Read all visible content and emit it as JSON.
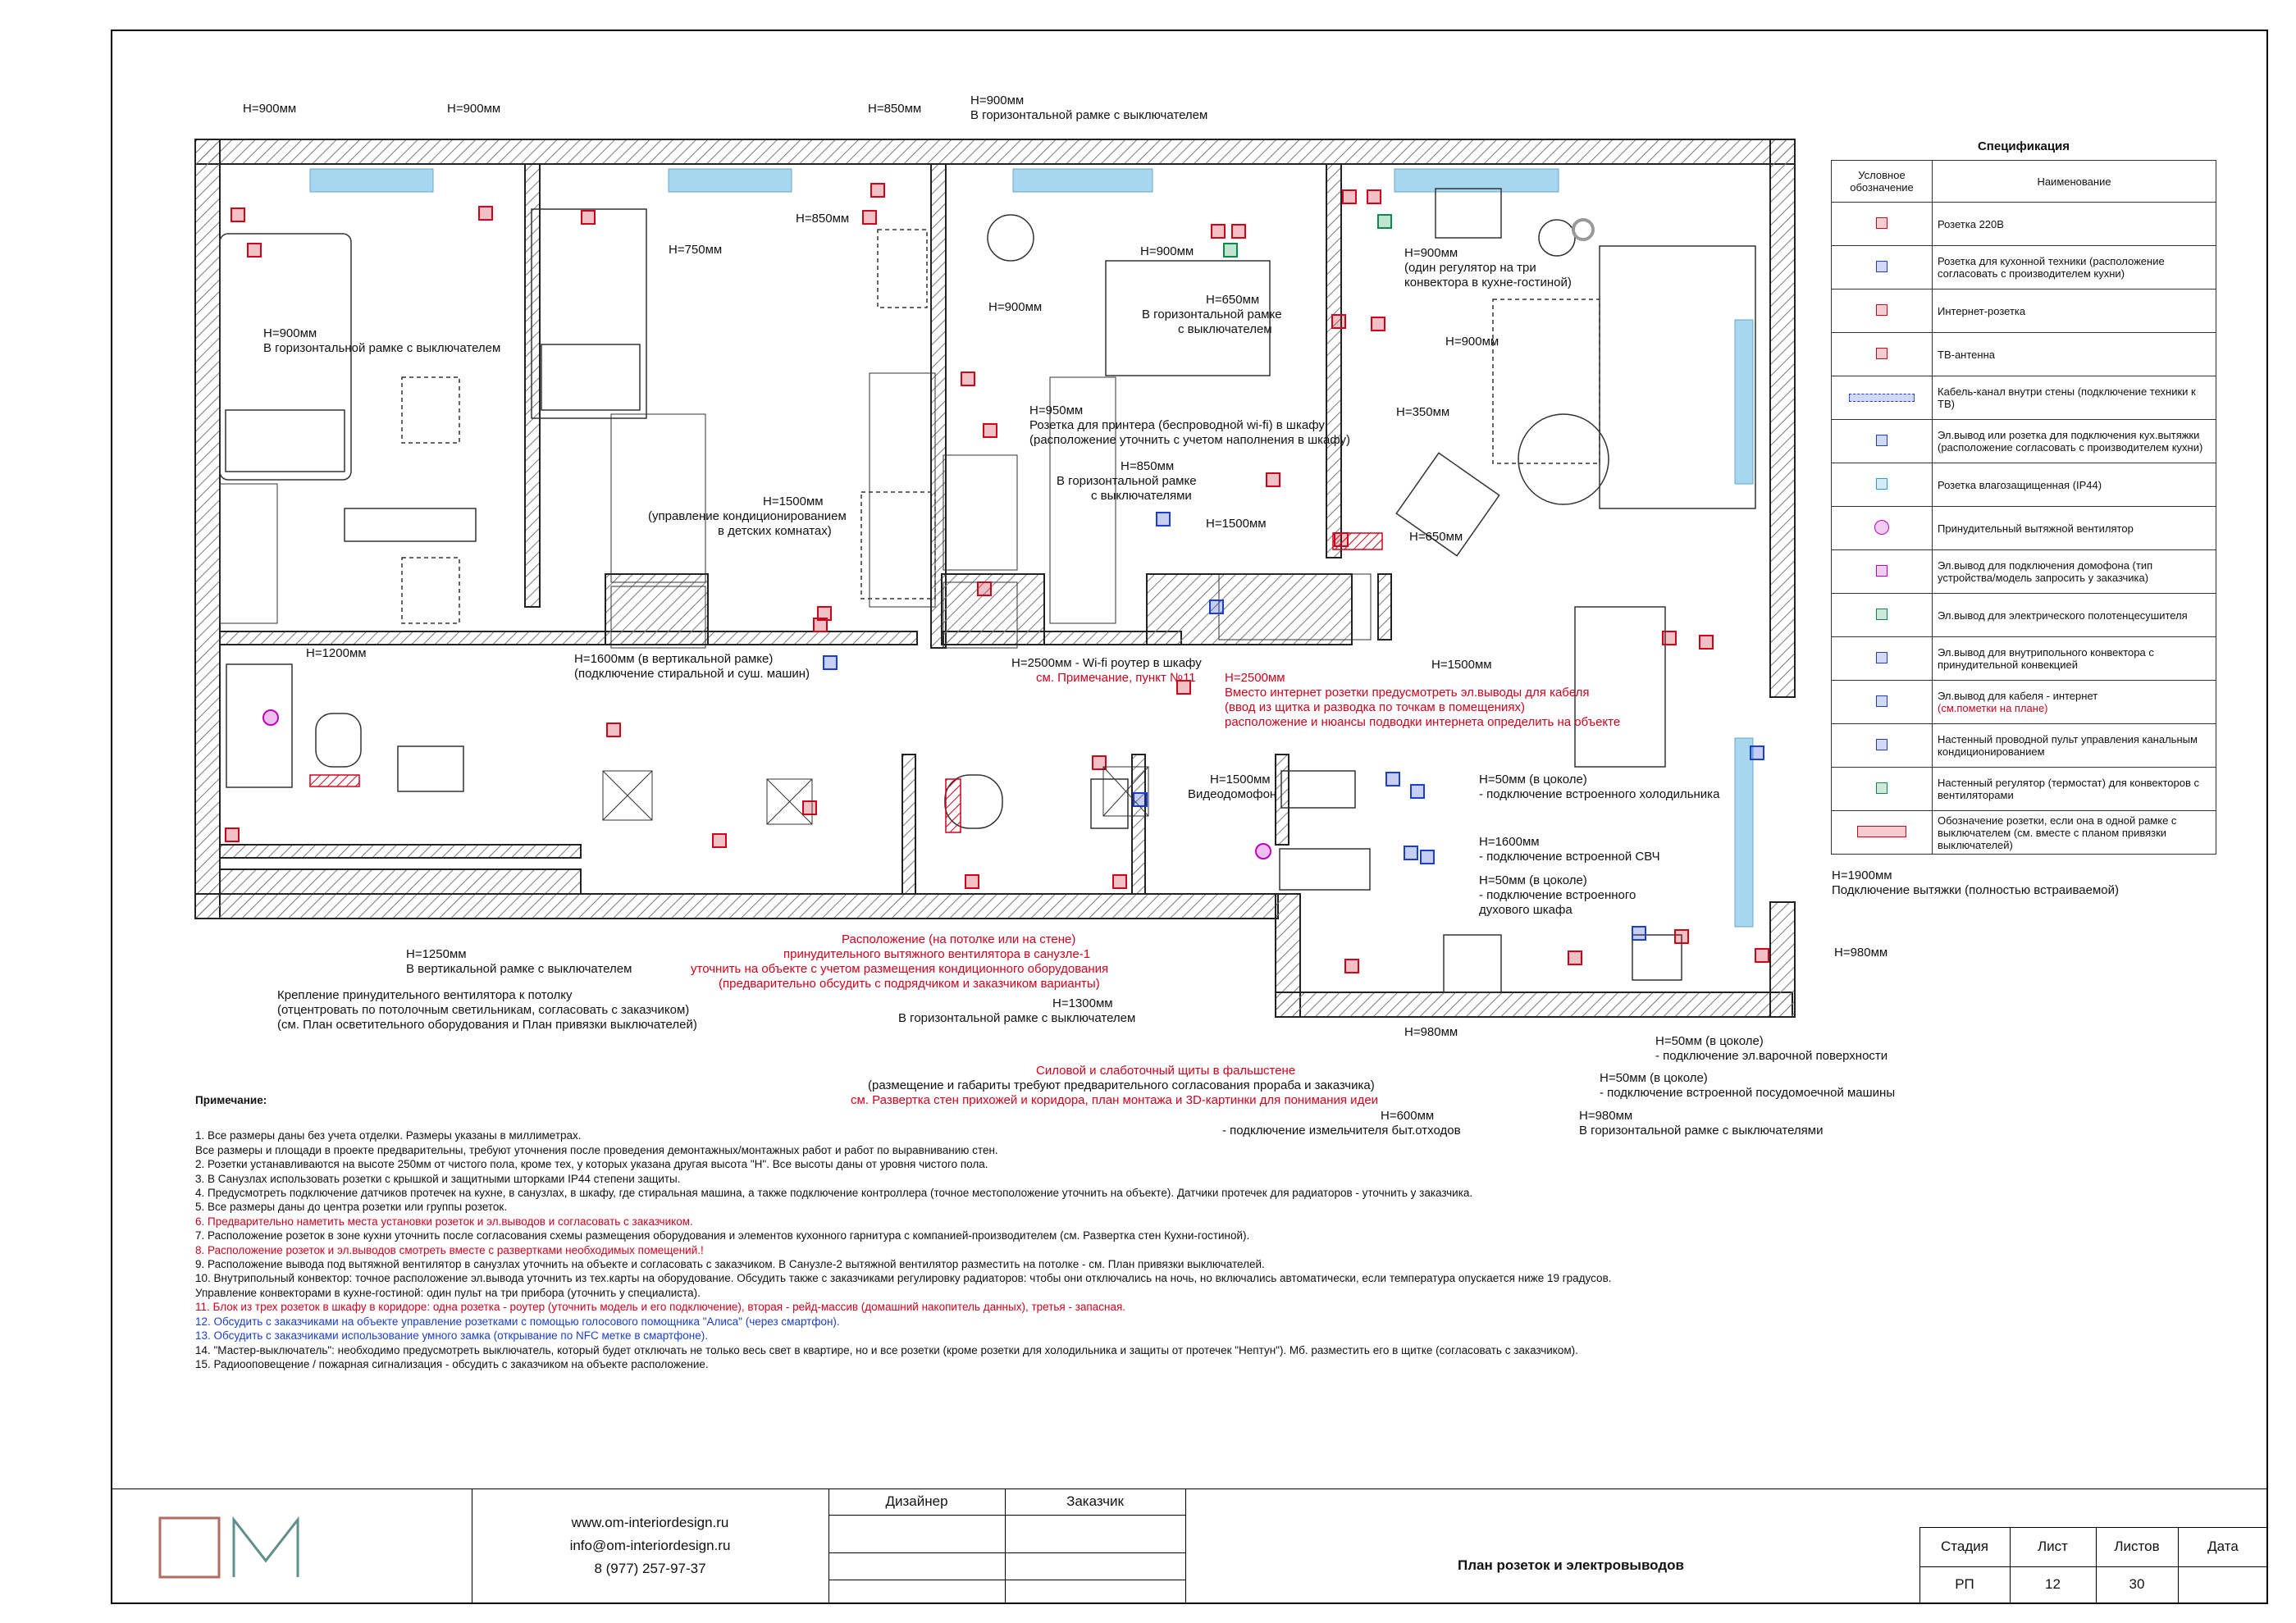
{
  "colors": {
    "line": "#222222",
    "red": "#d0021b",
    "blue": "#1a3fd0",
    "window": "#a7d6ef",
    "hatch": "#7a7a7a"
  },
  "plan_labels": [
    {
      "id": "l1",
      "text": "H=900мм"
    },
    {
      "id": "l2",
      "text": "H=900мм"
    },
    {
      "id": "l3",
      "text": "H=850мм"
    },
    {
      "id": "l4",
      "text": "H=900мм"
    },
    {
      "id": "l5",
      "text": "В горизонтальной рамке с выключателем"
    },
    {
      "id": "l6",
      "text": "H=850мм"
    },
    {
      "id": "l7",
      "text": "H=750мм"
    },
    {
      "id": "l8",
      "text": "H=900мм"
    },
    {
      "id": "l9",
      "text": "H=900мм"
    },
    {
      "id": "l10",
      "text": "(один регулятор на три"
    },
    {
      "id": "l11",
      "text": "конвектора в кухне-гостиной)"
    },
    {
      "id": "l12",
      "text": "H=650мм"
    },
    {
      "id": "l13",
      "text": "В горизонтальной рамке"
    },
    {
      "id": "l14",
      "text": "с выключателем"
    },
    {
      "id": "l15",
      "text": "H=900мм"
    },
    {
      "id": "l16",
      "text": "H=900мм"
    },
    {
      "id": "l17",
      "text": "В горизонтальной рамке с выключателем"
    },
    {
      "id": "l18",
      "text": "H=950мм"
    },
    {
      "id": "l19",
      "text": "Розетка для принтера (беспроводной wi-fi) в шкафу"
    },
    {
      "id": "l20",
      "text": "(расположение уточнить с учетом наполнения в шкафу)"
    },
    {
      "id": "l21",
      "text": "H=350мм"
    },
    {
      "id": "l22",
      "text": "H=850мм"
    },
    {
      "id": "l23",
      "text": "В горизонтальной рамке"
    },
    {
      "id": "l24",
      "text": "с выключателями"
    },
    {
      "id": "l25",
      "text": "H=1500мм"
    },
    {
      "id": "l26",
      "text": "H=650мм"
    },
    {
      "id": "l27",
      "text": "H=1500мм"
    },
    {
      "id": "l28",
      "text": "(управление кондиционированием"
    },
    {
      "id": "l29",
      "text": "в детских комнатах)"
    },
    {
      "id": "l30",
      "text": "H=1200мм"
    },
    {
      "id": "l31",
      "text": "H=1600мм (в вертикальной рамке)"
    },
    {
      "id": "l32",
      "text": "(подключение стиральной и суш. машин)"
    },
    {
      "id": "l33",
      "text": "H=2500мм - Wi-fi роутер в шкафу"
    },
    {
      "id": "l34",
      "text": "см. Примечание, пункт №11"
    },
    {
      "id": "l35",
      "text": "H=2500мм"
    },
    {
      "id": "l36",
      "text": "Вместо интернет розетки предусмотреть эл.выводы для кабеля"
    },
    {
      "id": "l37",
      "text": "(ввод из щитка и разводка по точкам в помещениях)"
    },
    {
      "id": "l38",
      "text": "расположение и нюансы подводки интернета определить на объекте"
    },
    {
      "id": "l39",
      "text": "H=1500мм"
    },
    {
      "id": "l40",
      "text": "H=1500мм"
    },
    {
      "id": "l41",
      "text": "Видеодомофон"
    },
    {
      "id": "l42",
      "text": "H=50мм (в цоколе)"
    },
    {
      "id": "l43",
      "text": "- подключение встроенного холодильника"
    },
    {
      "id": "l44",
      "text": "H=1600мм"
    },
    {
      "id": "l45",
      "text": "- подключение встроенной СВЧ"
    },
    {
      "id": "l46",
      "text": "H=50мм (в цоколе)"
    },
    {
      "id": "l47",
      "text": "- подключение встроенного"
    },
    {
      "id": "l48",
      "text": "духового шкафа"
    },
    {
      "id": "l49",
      "text": "H=1900мм"
    },
    {
      "id": "l50",
      "text": "Подключение вытяжки (полностью встраиваемой)"
    },
    {
      "id": "l51",
      "text": "H=980мм"
    },
    {
      "id": "l52",
      "text": "H=1250мм"
    },
    {
      "id": "l53",
      "text": "В вертикальной рамке с выключателем"
    },
    {
      "id": "l54",
      "text": "Крепление принудительного вентилятора к потолку"
    },
    {
      "id": "l55",
      "text": "(отцентровать по потолочным светильникам, согласовать с заказчиком)"
    },
    {
      "id": "l56",
      "text": "(см. План осветительного оборудования и План привязки выключателей)"
    },
    {
      "id": "l57",
      "text": "Расположение (на потолке или на стене)"
    },
    {
      "id": "l58",
      "text": "принудительного вытяжного вентилятора в санузле-1"
    },
    {
      "id": "l59",
      "text": "уточнить на объекте с учетом размещения кондиционного оборудования"
    },
    {
      "id": "l60",
      "text": "(предварительно обсудить с подрядчиком и заказчиком варианты)"
    },
    {
      "id": "l61",
      "text": "H=1300мм"
    },
    {
      "id": "l62",
      "text": "В горизонтальной рамке с выключателем"
    },
    {
      "id": "l63",
      "text": "H=980мм"
    },
    {
      "id": "l64",
      "text": "Силовой и слаботочный щиты в фальшстене"
    },
    {
      "id": "l65",
      "text": "(размещение и габариты требуют предварительного согласования прораба и заказчика)"
    },
    {
      "id": "l66",
      "text": "см. Развертка стен прихожей и коридора, план монтажа и 3D-картинки для понимания идеи"
    },
    {
      "id": "l67",
      "text": "H=600мм"
    },
    {
      "id": "l68",
      "text": "- подключение измельчителя быт.отходов"
    },
    {
      "id": "l69",
      "text": "H=50мм (в цоколе)"
    },
    {
      "id": "l70",
      "text": "- подключение эл.варочной поверхности"
    },
    {
      "id": "l71",
      "text": "H=50мм (в цоколе)"
    },
    {
      "id": "l72",
      "text": "- подключение встроенной посудомоечной машины"
    },
    {
      "id": "l73",
      "text": "H=980мм"
    },
    {
      "id": "l74",
      "text": "В горизонтальной рамке с выключателями"
    }
  ],
  "spec": {
    "title": "Спецификация",
    "col_symbol": "Условное обозначение",
    "col_name": "Наименование",
    "rows": [
      {
        "icon": "socket",
        "color": "#d0021b",
        "name": "Розетка 220В"
      },
      {
        "icon": "socket-kitchen",
        "color": "#1a3fd0",
        "name": "Розетка для кухонной техники (расположение согласовать с производителем кухни)"
      },
      {
        "icon": "internet",
        "color": "#d0021b",
        "name": "Интернет-розетка"
      },
      {
        "icon": "tv",
        "color": "#d0021b",
        "name": "ТВ-антенна"
      },
      {
        "icon": "cable-channel",
        "color": "#1a3fd0",
        "name": "Кабель-канал внутри стены (подключение техники к ТВ)"
      },
      {
        "icon": "hood-wire",
        "color": "#1a3fd0",
        "name": "Эл.вывод или розетка для подключения кух.вытяжки (расположение согласовать с производителем кухни)"
      },
      {
        "icon": "waterproof-socket",
        "color": "#2a9fd6",
        "name": "Розетка влагозащищенная (IP44)"
      },
      {
        "icon": "fan",
        "color": "#c000c0",
        "name": "Принудительный вытяжной вентилятор"
      },
      {
        "icon": "intercom-wire",
        "color": "#c000c0",
        "name": "Эл.вывод для подключения домофона (тип устройства/модель запросить у заказчика)"
      },
      {
        "icon": "towel-wire",
        "color": "#0a8a4a",
        "name": "Эл.вывод для электрического полотенцесушителя"
      },
      {
        "icon": "convector-wire",
        "color": "#1a3fd0",
        "name": "Эл.вывод для внутрипольного конвектора с принудительной конвекцией"
      },
      {
        "icon": "internet-wire",
        "color": "#1a3fd0",
        "name": "Эл.вывод для кабеля - интернет",
        "note": "(см.пометки на плане)"
      },
      {
        "icon": "ac-panel",
        "color": "#1a3fd0",
        "name": "Настенный проводной пульт управления канальным кондиционированием"
      },
      {
        "icon": "thermostat",
        "color": "#0a8a4a",
        "name": "Настенный регулятор (термостат) для конвекторов с вентиляторами"
      },
      {
        "icon": "socket-group",
        "color": "#d0021b",
        "name": "Обозначение розетки, если она в одной рамке с выключателем (см. вместе с планом привязки выключателей)"
      }
    ]
  },
  "notes": {
    "heading": "Примечание:",
    "lines": [
      {
        "t": "1. Все размеры даны без учета отделки. Размеры указаны в миллиметрах.",
        "c": "k"
      },
      {
        "t": "Все размеры и площади в проекте предварительны, требуют уточнения после проведения демонтажных/монтажных работ и работ по выравниванию стен.",
        "c": "k"
      },
      {
        "t": "2. Розетки устанавливаются на высоте 250мм от чистого пола, кроме тех, у которых указана другая высота \"Н\". Все высоты даны от уровня чистого пола.",
        "c": "k"
      },
      {
        "t": "3. В Санузлах использовать розетки с крышкой и защитными шторками IP44 степени защиты.",
        "c": "k"
      },
      {
        "t": "4. Предусмотреть подключение датчиков протечек на кухне, в санузлах, в шкафу, где стиральная машина, а также подключение контроллера (точное местоположение уточнить на объекте). Датчики протечек для радиаторов - уточнить у заказчика.",
        "c": "k"
      },
      {
        "t": "5. Все размеры даны до центра розетки или группы розеток.",
        "c": "k"
      },
      {
        "t": "6. Предварительно наметить места установки розеток и эл.выводов и согласовать с заказчиком.",
        "c": "r"
      },
      {
        "t": "7. Расположение розеток в зоне кухни уточнить после согласования схемы размещения оборудования и элементов кухонного гарнитура с компанией-производителем (см. Развертка стен Кухни-гостиной).",
        "c": "k"
      },
      {
        "t": "8. Расположение розеток и эл.выводов смотреть вместе с развертками необходимых помещений.!",
        "c": "r"
      },
      {
        "t": "9. Расположение вывода под вытяжной вентилятор в санузлах уточнить на объекте и согласовать с заказчиком. В Санузле-2 вытяжной вентилятор разместить на потолке - см. План привязки выключателей.",
        "c": "k"
      },
      {
        "t": "10. Внутрипольный конвектор: точное расположение эл.вывода уточнить из тех.карты на оборудование. Обсудить также с заказчиками регулировку радиаторов: чтобы они отключались на ночь, но включались автоматически, если температура опускается ниже 19 градусов.",
        "c": "k",
        "lead": "10. Внутрипольный конвектор:"
      },
      {
        "t": "Управление конвекторами в кухне-гостиной: один пульт на три прибора (уточнить у специалиста).",
        "c": "k"
      },
      {
        "t": "11. Блок из трех розеток в шкафу в коридоре: одна розетка - роутер (уточнить модель и его подключение), вторая - рейд-массив (домашний накопитель данных), третья - запасная.",
        "c": "r"
      },
      {
        "t": "12. Обсудить с заказчиками на объекте управление розетками с помощью голосового помощника \"Алиса\" (через смартфон).",
        "c": "b"
      },
      {
        "t": "13. Обсудить с заказчиками использование умного замка (открывание по NFC метке в смартфоне).",
        "c": "b"
      },
      {
        "t": "14. \"Мастер-выключатель\": необходимо предусмотреть выключатель, который будет отключать не только весь свет в квартире, но и все розетки (кроме розетки для холодильника и защиты от протечек \"Нептун\"). Мб. разместить его в щитке (согласовать с заказчиком).",
        "c": "k",
        "lead": "14. \"Мастер-выключатель\":"
      },
      {
        "t": "15. Радиооповещение / пожарная сигнализация - обсудить с заказчиком на объекте расположение.",
        "c": "k"
      }
    ]
  },
  "titleblock": {
    "website": "www.om-interiordesign.ru",
    "email": "info@om-interiordesign.ru",
    "phone": "8 (977) 257-97-37",
    "designer_label": "Дизайнер",
    "customer_label": "Заказчик",
    "sheet_title": "План розеток и электровыводов",
    "stage_label": "Стадия",
    "sheet_label": "Лист",
    "sheets_label": "Листов",
    "date_label": "Дата",
    "stage": "РП",
    "sheet": "12",
    "sheets": "30"
  }
}
